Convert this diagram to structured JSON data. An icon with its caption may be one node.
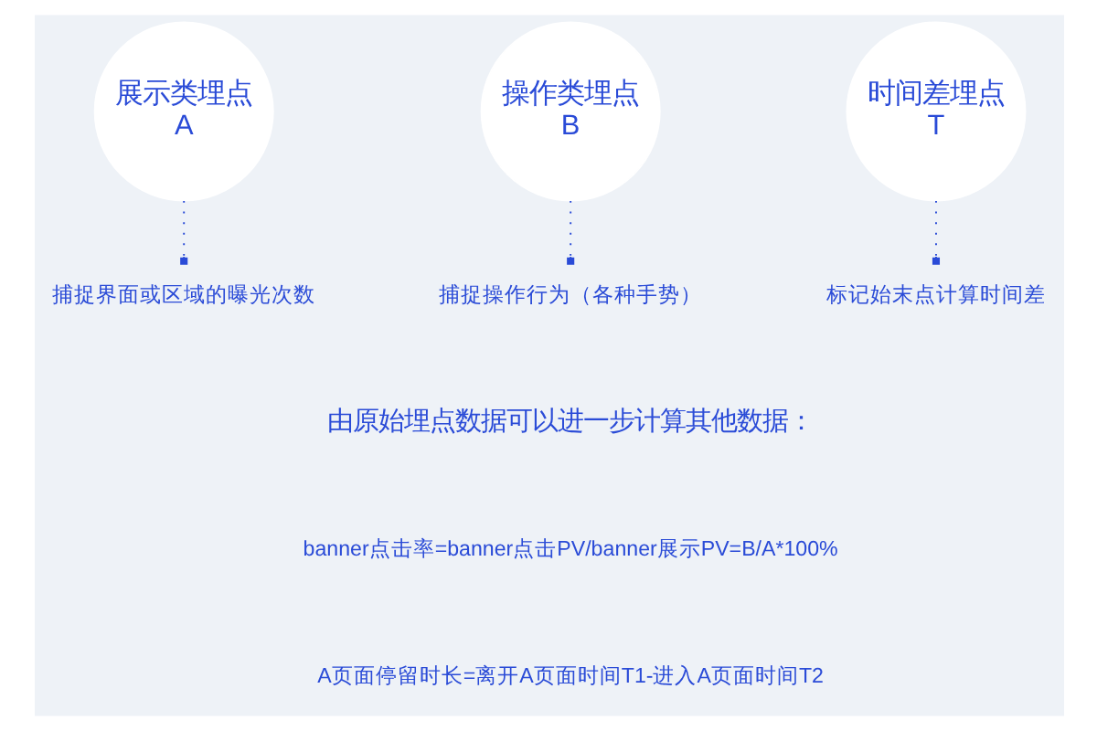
{
  "diagram": {
    "nodes": [
      {
        "text": [
          "展示类埋点",
          "A"
        ]
      },
      {
        "text": [
          "捕捉界面或区域的曝光次数"
        ]
      },
      {
        "text": [
          "操作类埋点",
          "B"
        ]
      },
      {
        "text": [
          "捕捉操作行为（各种手势）"
        ]
      },
      {
        "text": [
          "时间差埋点",
          "T"
        ]
      },
      {
        "text": [
          "标记始末点计算时间差"
        ]
      }
    ],
    "edges": [
      {
        "from": 0,
        "to": 1,
        "arrow": "other",
        "style": "dashed"
      },
      {
        "from": 2,
        "to": 3,
        "arrow": "other",
        "style": "dashed"
      },
      {
        "from": 4,
        "to": 5,
        "arrow": "other",
        "style": "dashed"
      }
    ],
    "labels": [
      "由原始埋点数据可以进一步计算其他数据：",
      "banner点击率=banner点击PV/banner展示PV=B/A*100%",
      "A页面停留时长=离开A页面时间T1-进入A页面时间T2"
    ]
  }
}
